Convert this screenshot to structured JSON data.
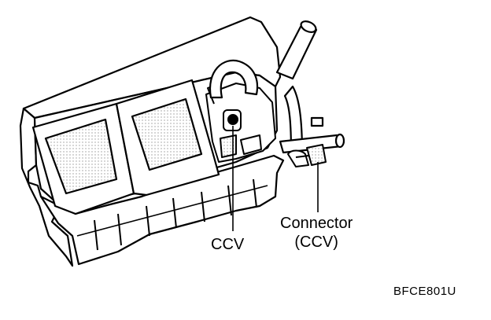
{
  "diagram": {
    "labels": {
      "ccv": "CCV",
      "connector_line1": "Connector",
      "connector_line2": "(CCV)"
    },
    "figure_code": "BFCE801U",
    "colors": {
      "ink": "#000000",
      "paper": "#ffffff",
      "shade": "#d9d9d9"
    }
  }
}
